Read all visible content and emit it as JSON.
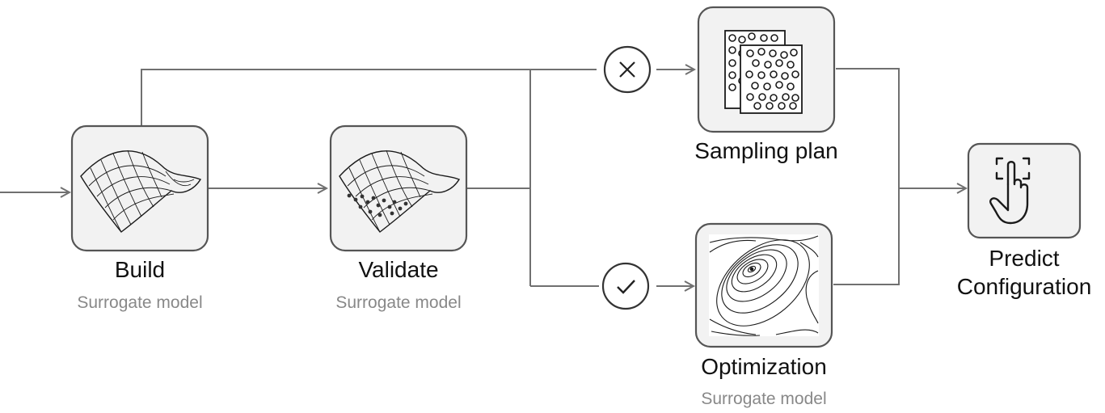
{
  "nodes": {
    "build": {
      "title": "Build",
      "subtitle": "Surrogate model",
      "icon": "surface-mesh-icon"
    },
    "validate": {
      "title": "Validate",
      "subtitle": "Surrogate model",
      "icon": "surface-mesh-points-icon"
    },
    "sampling": {
      "title": "Sampling plan",
      "icon": "sample-sheets-icon"
    },
    "optimization": {
      "title": "Optimization",
      "subtitle": "Surrogate model",
      "icon": "contour-map-icon"
    },
    "predict": {
      "title_line1": "Predict",
      "title_line2": "Configuration",
      "icon": "touch-gesture-icon"
    }
  },
  "decisions": {
    "reject": {
      "icon": "cross-icon"
    },
    "accept": {
      "icon": "check-icon"
    }
  },
  "colors": {
    "box_fill": "#f2f2f2",
    "box_stroke": "#555555",
    "connector": "#707070",
    "subtitle": "#888888"
  }
}
